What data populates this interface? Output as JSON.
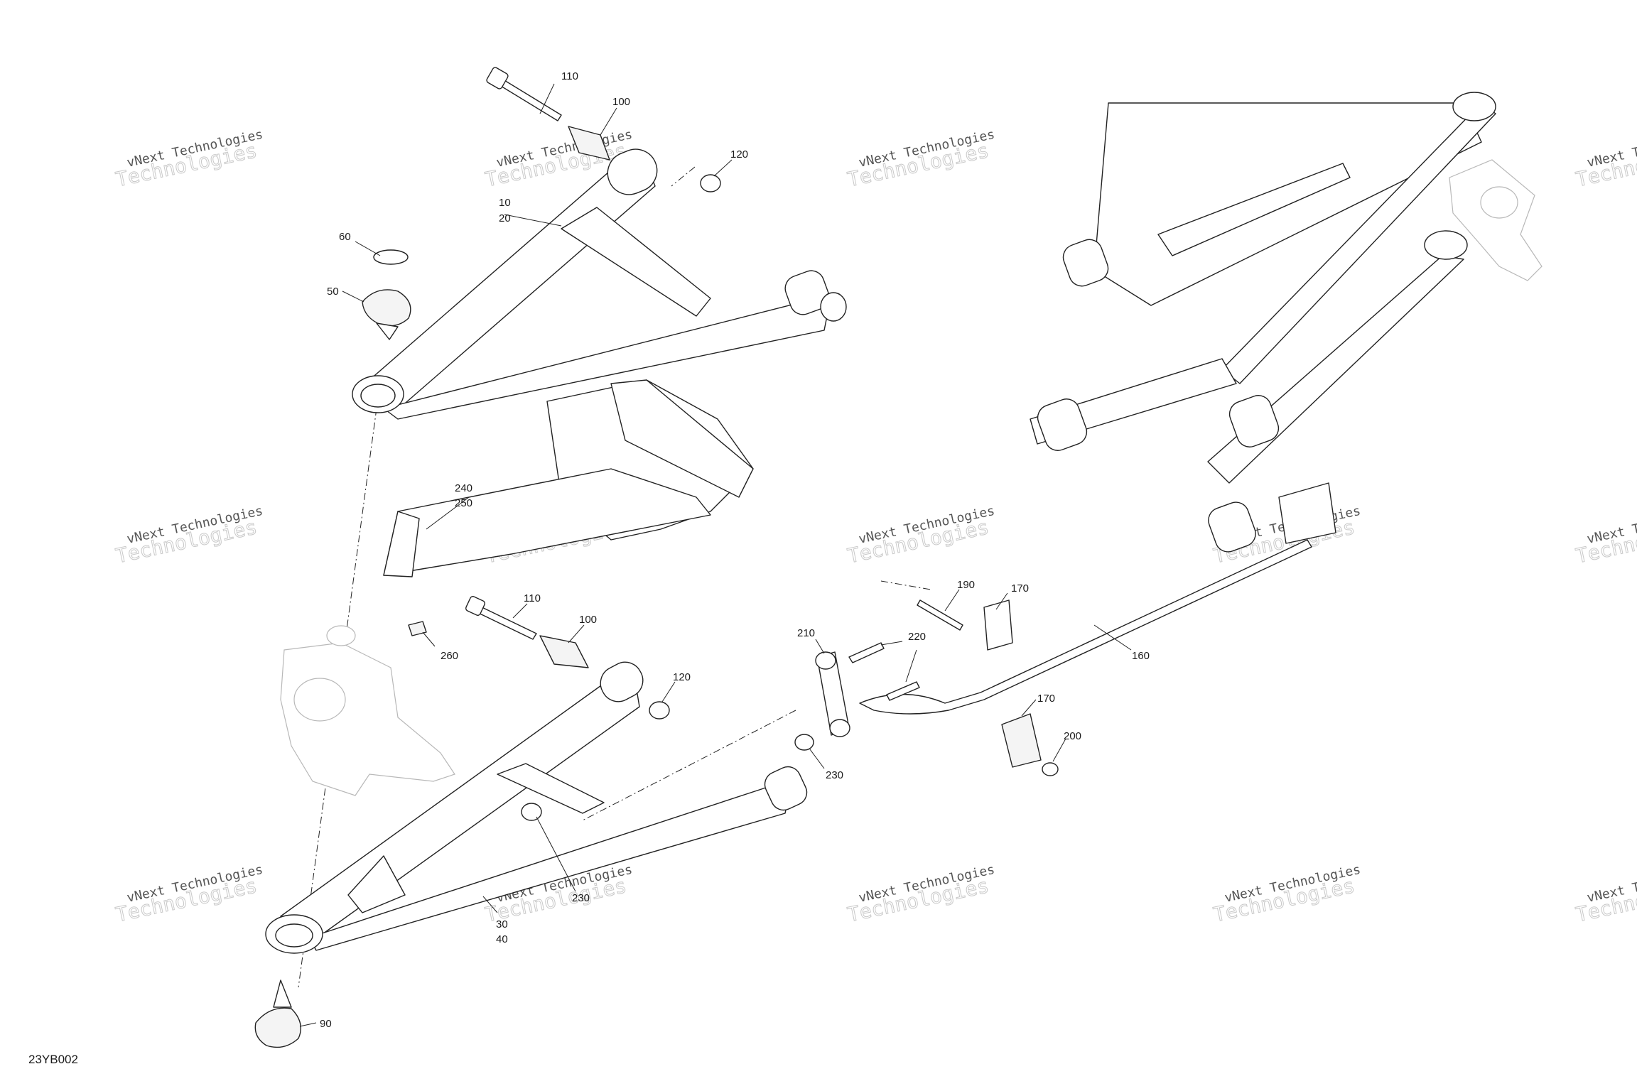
{
  "figure_id": "23YB002",
  "watermark": {
    "line1": "vNext Technologies",
    "line2": "Technologies"
  },
  "callouts": [
    {
      "id": "c110a",
      "text": "110"
    },
    {
      "id": "c100a",
      "text": "100"
    },
    {
      "id": "c120a",
      "text": "120"
    },
    {
      "id": "c10",
      "text": "10"
    },
    {
      "id": "c20",
      "text": "20"
    },
    {
      "id": "c60",
      "text": "60"
    },
    {
      "id": "c50",
      "text": "50"
    },
    {
      "id": "c240",
      "text": "240"
    },
    {
      "id": "c250",
      "text": "250"
    },
    {
      "id": "c110b",
      "text": "110"
    },
    {
      "id": "c100b",
      "text": "100"
    },
    {
      "id": "c260",
      "text": "260"
    },
    {
      "id": "c120b",
      "text": "120"
    },
    {
      "id": "c210",
      "text": "210"
    },
    {
      "id": "c220",
      "text": "220"
    },
    {
      "id": "c190",
      "text": "190"
    },
    {
      "id": "c170a",
      "text": "170"
    },
    {
      "id": "c160",
      "text": "160"
    },
    {
      "id": "c170b",
      "text": "170"
    },
    {
      "id": "c200",
      "text": "200"
    },
    {
      "id": "c230a",
      "text": "230"
    },
    {
      "id": "c230b",
      "text": "230"
    },
    {
      "id": "c30",
      "text": "30"
    },
    {
      "id": "c40",
      "text": "40"
    },
    {
      "id": "c90",
      "text": "90"
    }
  ]
}
